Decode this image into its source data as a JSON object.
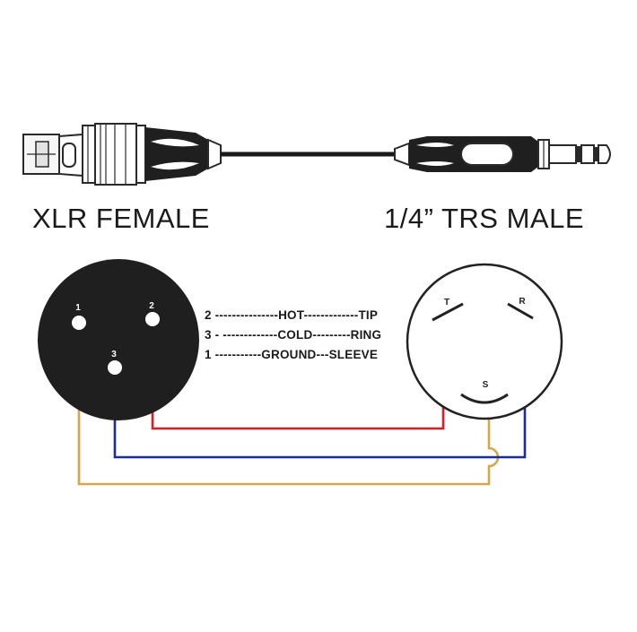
{
  "titles": {
    "left": "XLR FEMALE",
    "right": "1/4” TRS MALE"
  },
  "xlr_pins": {
    "pin1": "1",
    "pin2": "2",
    "pin3": "3"
  },
  "trs_terminals": {
    "tip": "T",
    "ring": "R",
    "sleeve": "S"
  },
  "legend": [
    "2 ---------------HOT-------------TIP",
    "3 - -------------COLD---------RING",
    "1 -----------GROUND---SLEEVE"
  ],
  "colors": {
    "hot_wire": "#e01b24",
    "cold_wire": "#1c2b9c",
    "ground_wire": "#d4a74a",
    "connector_body": "#1f1f1f",
    "outline": "#222222"
  }
}
